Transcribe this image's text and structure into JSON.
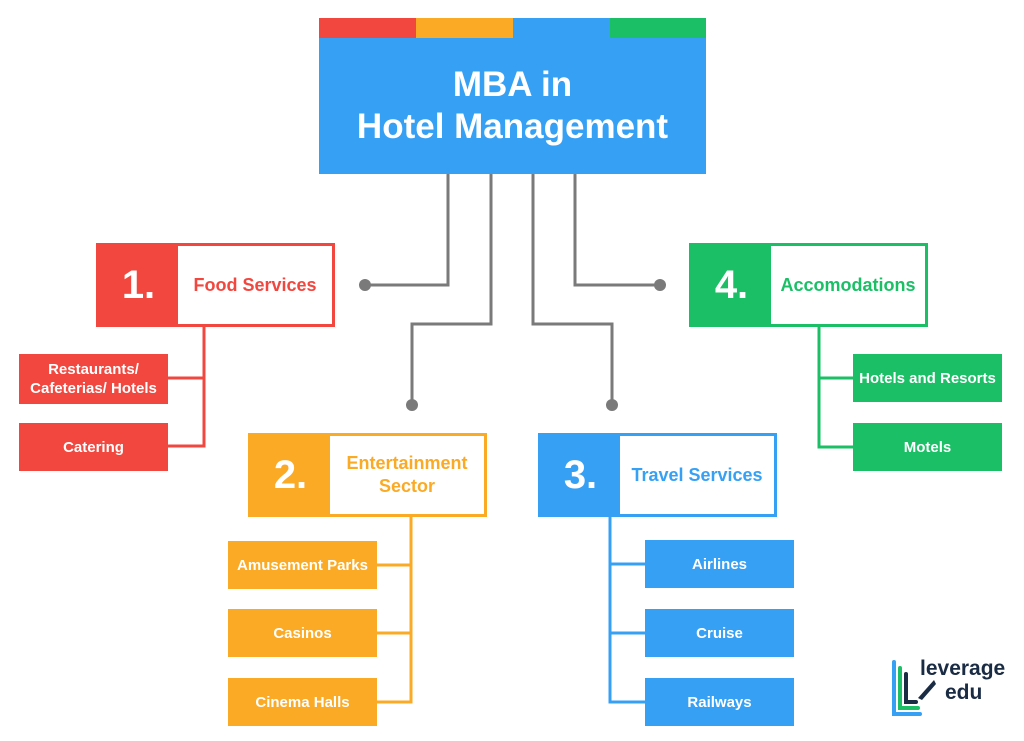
{
  "title": {
    "line1": "MBA in",
    "line2": "Hotel Management"
  },
  "colors": {
    "red": "#f2473f",
    "orange": "#fbaa25",
    "blue": "#36a0f5",
    "green": "#1bbf66",
    "connector": "#7a7a7a"
  },
  "categories": [
    {
      "number": "1.",
      "label": "Food Services",
      "items": [
        "Restaurants/ Cafeterias/ Hotels",
        "Catering"
      ]
    },
    {
      "number": "2.",
      "label": "Entertainment Sector",
      "items": [
        "Amusement Parks",
        "Casinos",
        "Cinema Halls"
      ]
    },
    {
      "number": "3.",
      "label": "Travel Services",
      "items": [
        "Airlines",
        "Cruise",
        "Railways"
      ]
    },
    {
      "number": "4.",
      "label": "Accomodations",
      "items": [
        "Hotels and Resorts",
        "Motels"
      ]
    }
  ],
  "logo": {
    "line1": "leverage",
    "line2": "edu"
  }
}
